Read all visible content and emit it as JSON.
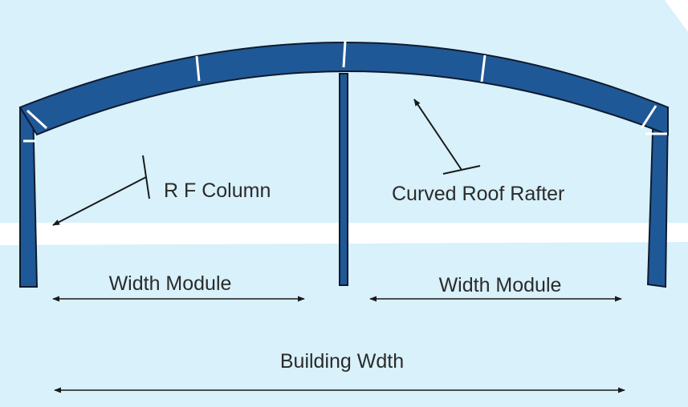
{
  "labels": {
    "rf_column": "R F Column",
    "curved_roof_rafter": "Curved Roof Rafter",
    "width_module_left": "Width Module",
    "width_module_right": "Width Module",
    "building_width": "Building Wdth"
  },
  "colors": {
    "background": "#d8f1fb",
    "stripe": "#ffffff",
    "frame_fill": "#1f5896",
    "frame_stroke": "#0f1a2e",
    "dimension_line": "#1a1a1a"
  }
}
